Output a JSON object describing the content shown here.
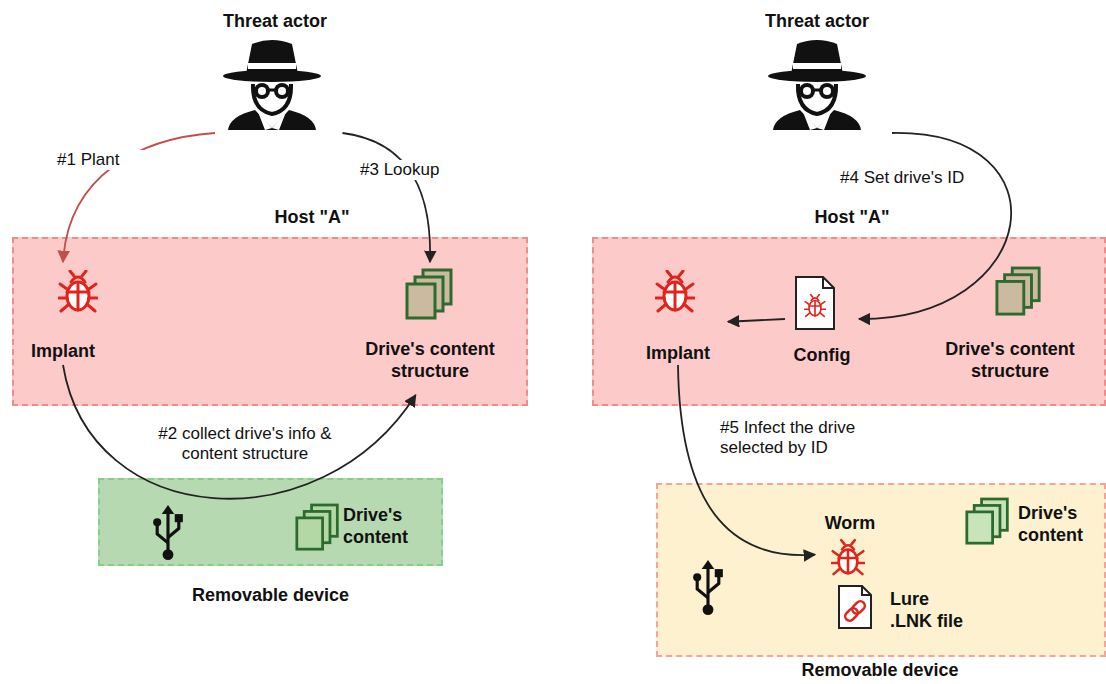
{
  "diagram": {
    "nodes": [
      {
        "text": [
          "Threat actor"
        ]
      },
      {
        "text": [
          "Host \"A\""
        ]
      },
      {
        "text": [
          "Implant"
        ],
        "in": 1
      },
      {
        "text": [
          "Drive's content structure"
        ],
        "in": 1
      },
      {
        "text": [
          "Removable device"
        ]
      },
      {
        "text": [
          "Drive's content"
        ],
        "in": 4
      },
      {
        "text": [
          "Threat actor"
        ]
      },
      {
        "text": [
          "Host \"A\""
        ]
      },
      {
        "text": [
          "Implant"
        ],
        "in": 7
      },
      {
        "text": [
          "Config"
        ],
        "in": 7
      },
      {
        "text": [
          "Drive's content structure"
        ],
        "in": 7
      },
      {
        "text": [
          "Removable device"
        ]
      },
      {
        "text": [
          "Worm"
        ],
        "in": 11
      },
      {
        "text": [
          "Drive's content"
        ],
        "in": 11
      },
      {
        "text": [
          "Lure .LNK file"
        ],
        "in": 11
      }
    ],
    "edges": [
      {
        "from": 0,
        "to": 2,
        "arrow": "to",
        "label": "#1 Plant"
      },
      {
        "from": 0,
        "to": 3,
        "arrow": "to",
        "label": "#3 Lookup"
      },
      {
        "from": 2,
        "to": 3,
        "arrow": "to",
        "label": "#2 collect drive's info & content structure"
      },
      {
        "from": 6,
        "to": 9,
        "arrow": "to",
        "label": "#4 Set drive's ID"
      },
      {
        "from": 9,
        "to": 8,
        "arrow": "to"
      },
      {
        "from": 8,
        "to": 12,
        "arrow": "to",
        "label": "#5 Infect the drive selected by ID"
      }
    ]
  }
}
